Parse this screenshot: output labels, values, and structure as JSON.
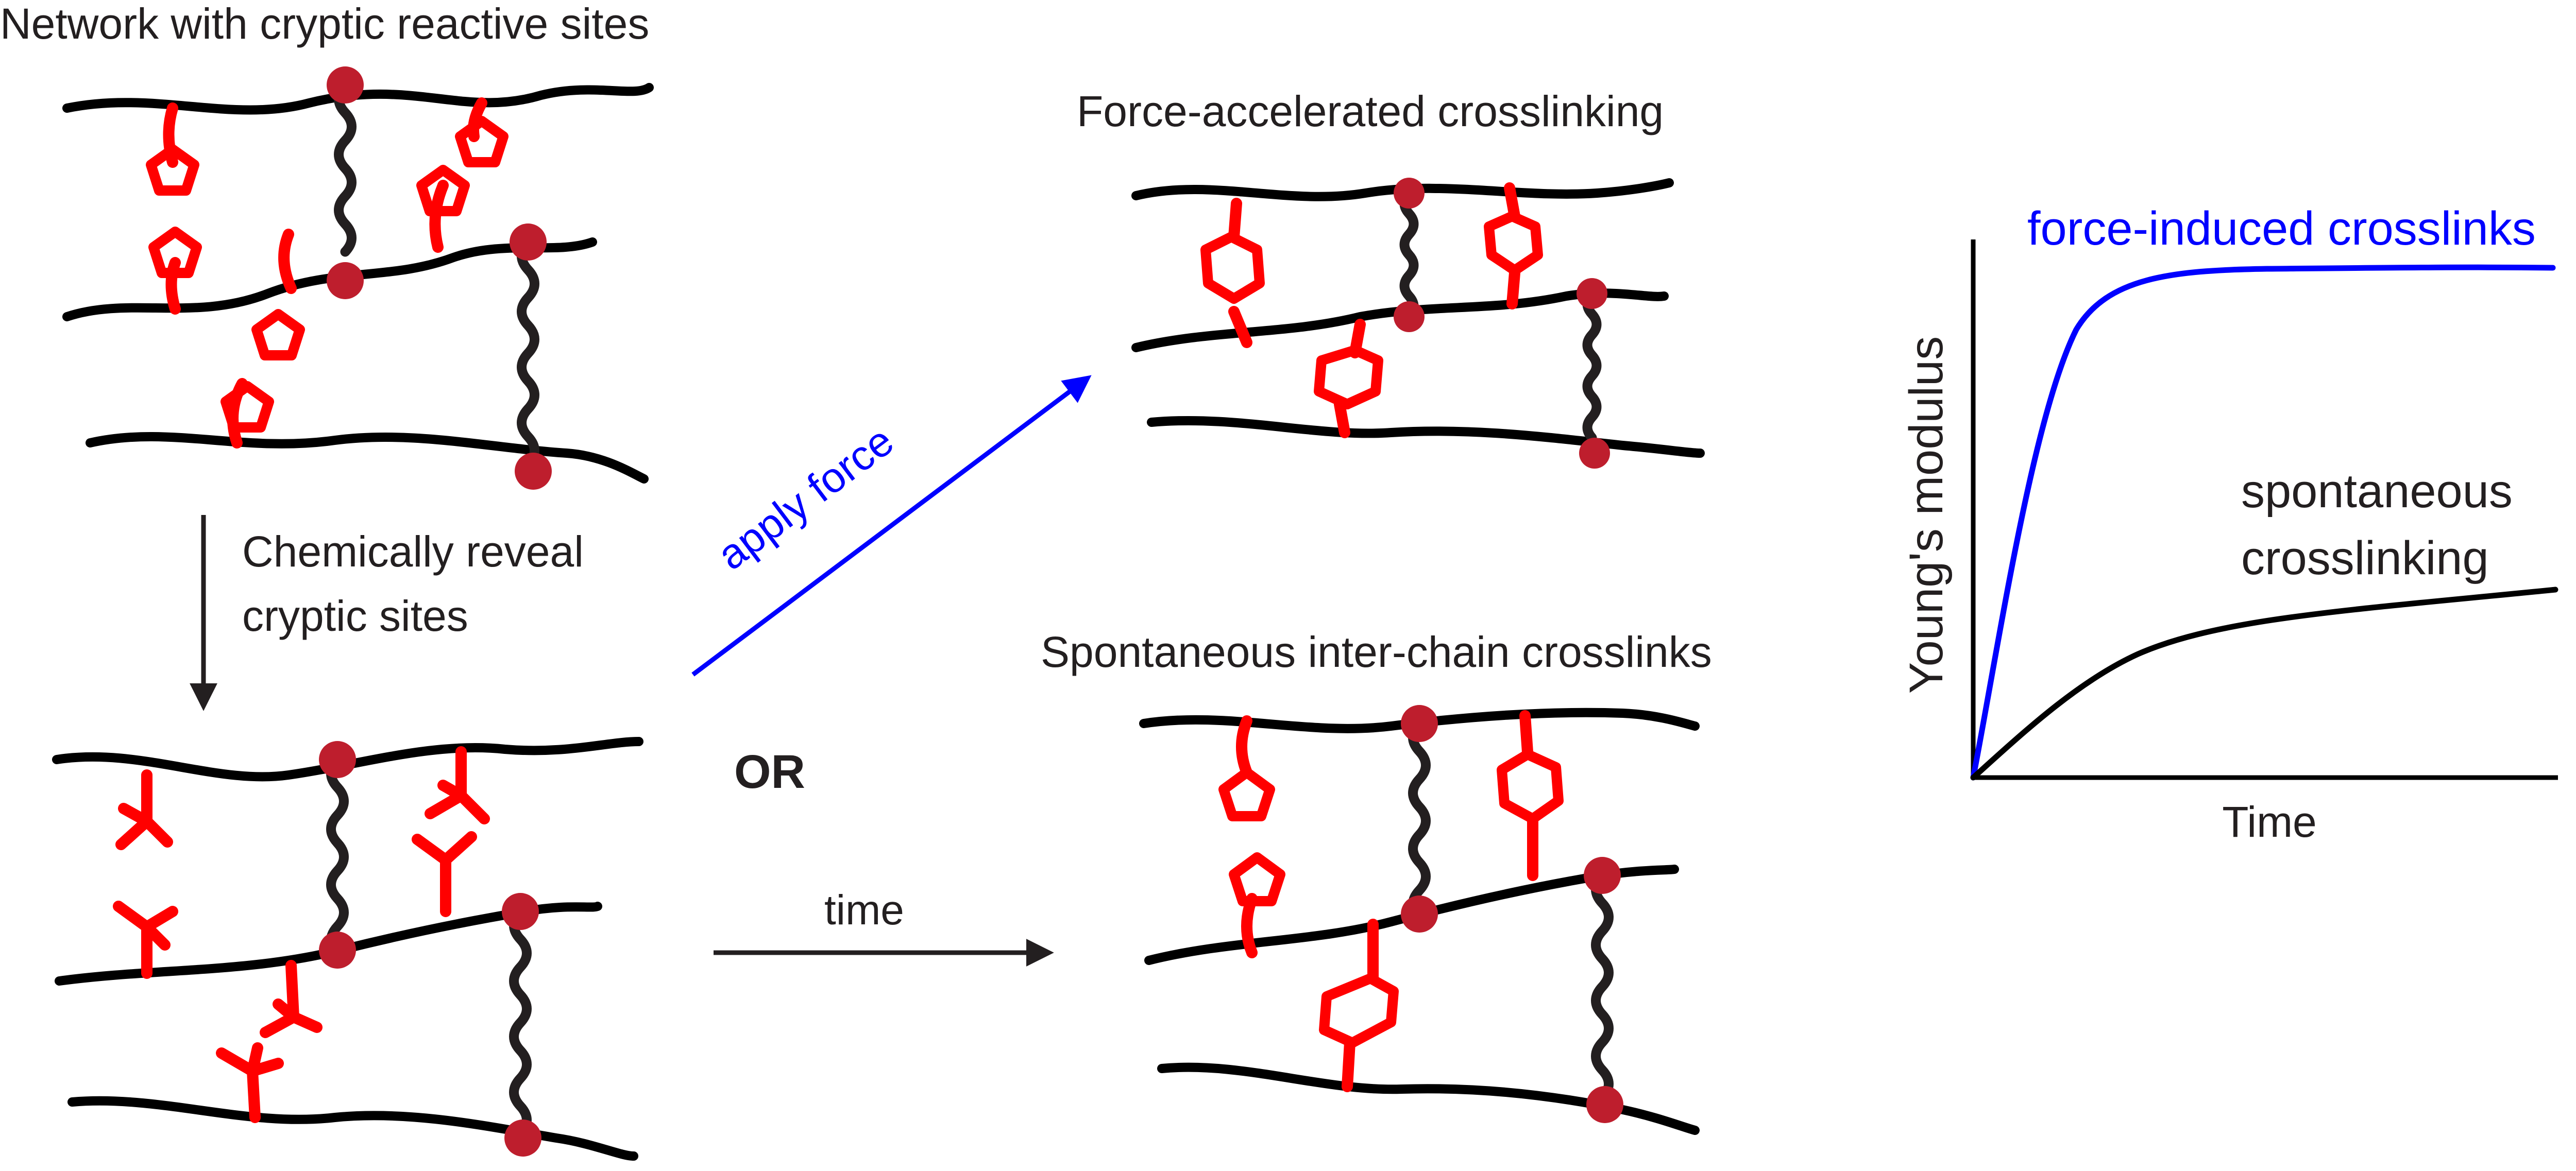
{
  "labels": {
    "network_title": "Network with cryptic reactive sites",
    "reveal_line1": "Chemically reveal",
    "reveal_line2": "cryptic sites",
    "apply_force": "apply force",
    "or": "OR",
    "time_arrow": "time",
    "force_title": "Force-accelerated crosslinking",
    "spont_title": "Spontaneous inter-chain crosslinks"
  },
  "colors": {
    "chain": "#000000",
    "tether": "#231f20",
    "reactive_site": "#ff0000",
    "node": "#be1e2d",
    "force": "#0000ff"
  },
  "chart_data": {
    "type": "line",
    "xlabel": "Time",
    "ylabel": "Young's modulus",
    "series": [
      {
        "name": "force-induced crosslinks",
        "color": "#0000ff"
      },
      {
        "name_line1": "spontaneous",
        "name_line2": "crosslinking",
        "color": "#000000"
      }
    ]
  }
}
